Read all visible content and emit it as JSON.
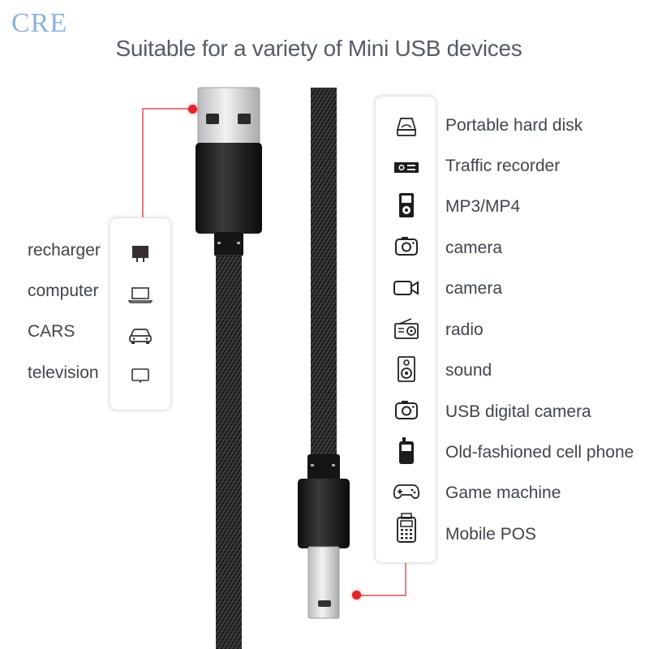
{
  "watermark": "CRE",
  "title": "Suitable for a variety of Mini USB devices",
  "colors": {
    "accent": "#e0262b",
    "text": "#3f454d",
    "title": "#555c66",
    "cable": "#1b1b1b",
    "metal": "#d7d8da"
  },
  "left_devices": [
    {
      "label": "recharger",
      "icon": "charger-plug-icon"
    },
    {
      "label": "computer",
      "icon": "laptop-icon"
    },
    {
      "label": "CARS",
      "icon": "car-icon"
    },
    {
      "label": "television",
      "icon": "tv-icon"
    }
  ],
  "right_devices": [
    {
      "label": "Portable hard disk",
      "icon": "hard-disk-icon"
    },
    {
      "label": "Traffic recorder",
      "icon": "dashcam-icon"
    },
    {
      "label": "MP3/MP4",
      "icon": "mp3-player-icon"
    },
    {
      "label": "camera",
      "icon": "photo-camera-icon"
    },
    {
      "label": "camera",
      "icon": "video-camera-icon"
    },
    {
      "label": "radio",
      "icon": "radio-icon"
    },
    {
      "label": "sound",
      "icon": "speaker-icon"
    },
    {
      "label": "USB digital camera",
      "icon": "photo-camera-icon"
    },
    {
      "label": "Old-fashioned cell phone",
      "icon": "cell-phone-icon"
    },
    {
      "label": "Game machine",
      "icon": "gamepad-icon"
    },
    {
      "label": "Mobile POS",
      "icon": "pos-terminal-icon"
    }
  ]
}
